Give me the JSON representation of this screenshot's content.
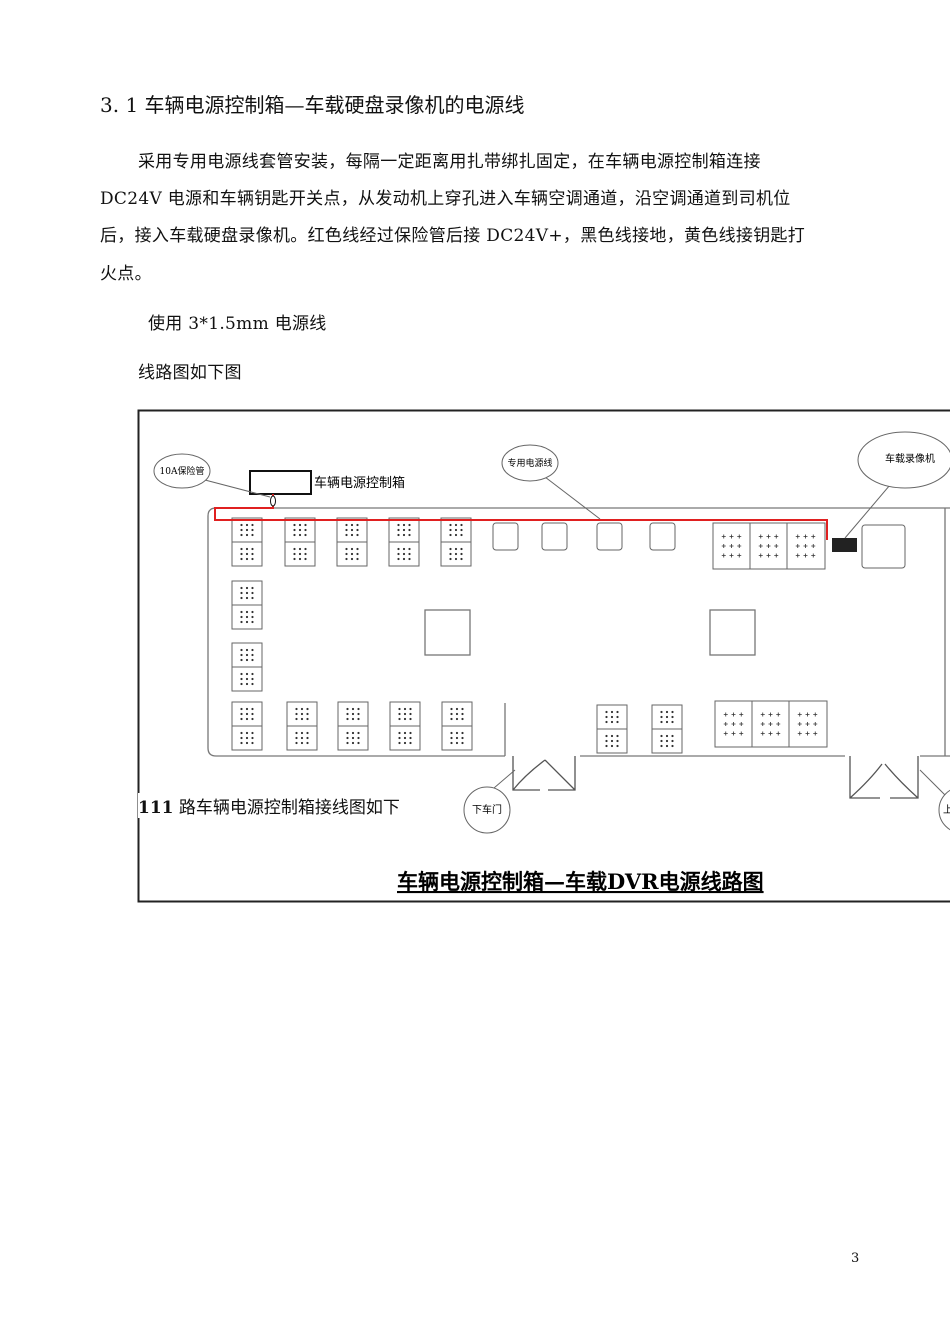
{
  "heading": "3. 1 车辆电源控制箱—车载硬盘录像机的电源线",
  "paragraph_lines": [
    "采用专用电源线套管安装，每隔一定距离用扎带绑扎固定，在车辆电源控制箱连接",
    "DC24V 电源和车辆钥匙开关点，从发动机上穿孔进入车辆空调通道，沿空调通道到司机位",
    "后，接入车载硬盘录像机。红色线经过保险管后接 DC24V+，黑色线接地，黄色线接钥匙打",
    "火点。"
  ],
  "wire_spec": "使用 3*1.5mm 电源线",
  "diagram_intro": "线路图如下图",
  "diagram": {
    "fuse_label": "10A保险管",
    "control_box_label": "车辆电源控制箱",
    "cable_label": "专用电源线",
    "dvr_label": "车载录像机",
    "exit_door_label": "下车门",
    "entry_door_label": "上",
    "title": "车辆电源控制箱—车载DVR电源线路图",
    "wire_color": "#e02020"
  },
  "caption_bold": "111",
  "caption": " 路车辆电源控制箱接线图如下",
  "page_number": "3"
}
